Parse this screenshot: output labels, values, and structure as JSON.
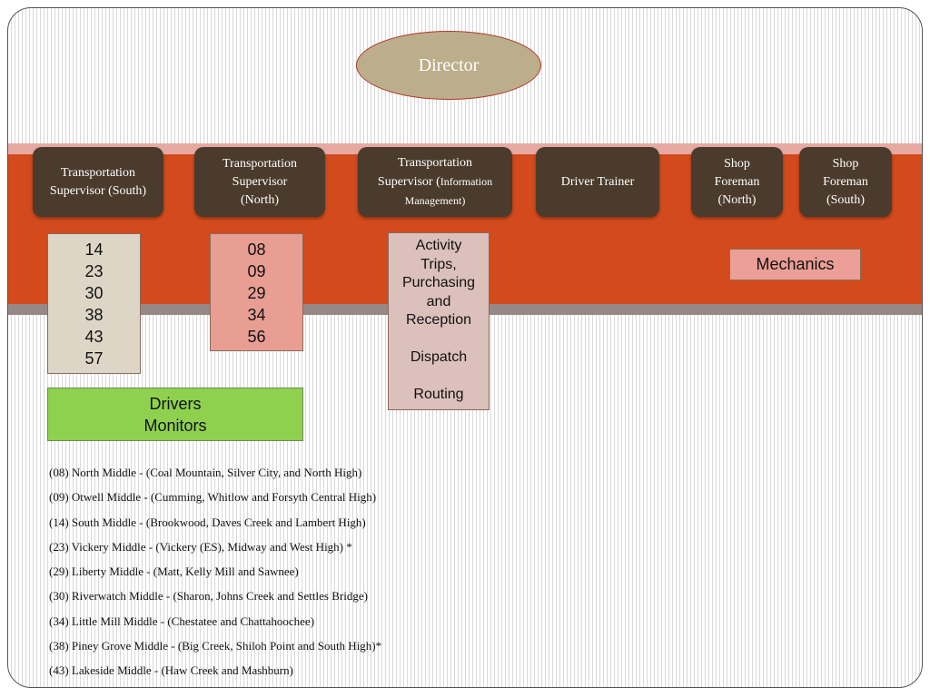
{
  "director": "Director",
  "roles": {
    "ts_south": {
      "line1": "Transportation",
      "line2": "Supervisor (South)"
    },
    "ts_north": {
      "line1": "Transportation",
      "line2": "Supervisor",
      "line3": "(North)"
    },
    "ts_info": {
      "line1": "Transportation",
      "line2a": "Supervisor (",
      "line2b": "Information",
      "line3": "Management)"
    },
    "driver_trainer": "Driver Trainer",
    "shop_north": {
      "line1": "Shop",
      "line2": "Foreman",
      "line3": "(North)"
    },
    "shop_south": {
      "line1": "Shop",
      "line2": "Foreman",
      "line3": "(South)"
    }
  },
  "south_schools": [
    "14",
    "23",
    "30",
    "38",
    "43",
    "57"
  ],
  "north_schools": [
    "08",
    "09",
    "29",
    "34",
    "56"
  ],
  "info_mgmt": {
    "line1": "Activity",
    "line2": "Trips,",
    "line3": "Purchasing",
    "line4": "and",
    "line5": "Reception",
    "line6": "Dispatch",
    "line7": "Routing"
  },
  "mechanics": "Mechanics",
  "drivers": {
    "line1": "Drivers",
    "line2": "Monitors"
  },
  "schools": [
    "(08) North Middle - (Coal Mountain, Silver City, and North High)",
    "(09) Otwell Middle - (Cumming, Whitlow and Forsyth Central High)",
    "(14) South Middle - (Brookwood, Daves Creek and Lambert High)",
    "(23) Vickery Middle - (Vickery (ES), Midway and West High) *",
    "(29) Liberty Middle - (Matt, Kelly Mill and Sawnee)",
    "(30) Riverwatch Middle - (Sharon, Johns Creek and Settles Bridge)",
    "(34) Little Mill Middle - (Chestatee and Chattahoochee)",
    "(38) Piney Grove Middle - (Big Creek, Shiloh Point and South High)*",
    "(43) Lakeside Middle - (Haw Creek and Mashburn)"
  ]
}
